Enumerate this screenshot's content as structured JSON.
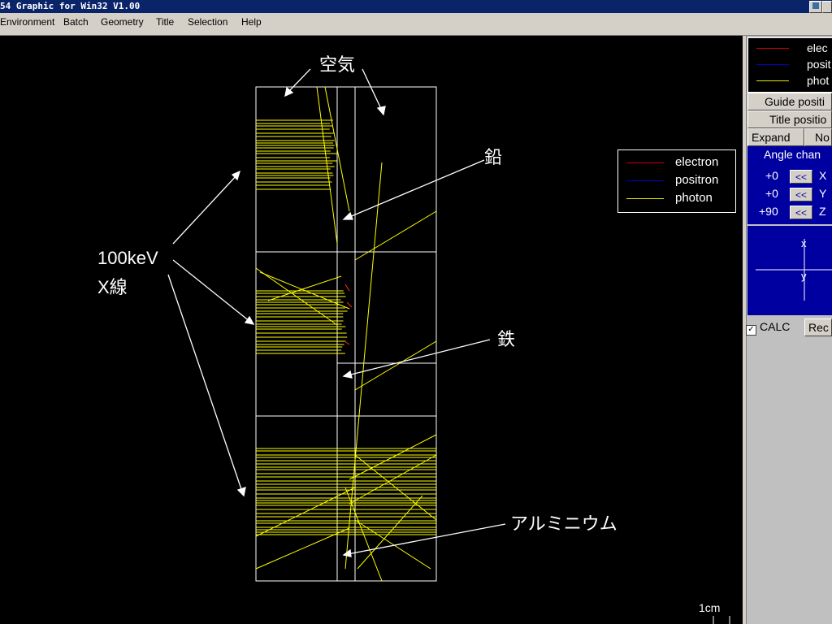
{
  "window": {
    "title": "54 Graphic for Win32 V1.00"
  },
  "menu": {
    "items": [
      "Environment",
      "Batch",
      "Geometry",
      "Title",
      "Selection",
      "Help"
    ]
  },
  "annotations": {
    "air": "空気",
    "lead": "鉛",
    "iron": "鉄",
    "aluminium": "アルミニウム",
    "xray_line1": "100keV",
    "xray_line2": "X線"
  },
  "legend": {
    "items": [
      {
        "label": "electron",
        "color": "#cc0000"
      },
      {
        "label": "positron",
        "color": "#0000cc"
      },
      {
        "label": "photon",
        "color": "#e6e600"
      }
    ]
  },
  "scale_label": "1cm",
  "side_panel": {
    "legend_items": [
      "elec",
      "posit",
      "phot"
    ],
    "guide_button": "Guide positi",
    "title_button": "Title positio",
    "expand_button": "Expand",
    "no_button": "No",
    "angle_label": "Angle chan",
    "angles": [
      {
        "value": "+0",
        "btn": "<<",
        "axis": "X"
      },
      {
        "value": "+0",
        "btn": "<<",
        "axis": "Y"
      },
      {
        "value": "+90",
        "btn": "<<",
        "axis": "Z"
      }
    ],
    "axis_x": "x",
    "axis_y": "y",
    "calc_label": "CALC",
    "calc_checked": "✓",
    "rec_button": "Rec"
  },
  "colors": {
    "photon": "#ffff00",
    "geometry": "#ffffff",
    "panel_blue": "#0000a0"
  }
}
